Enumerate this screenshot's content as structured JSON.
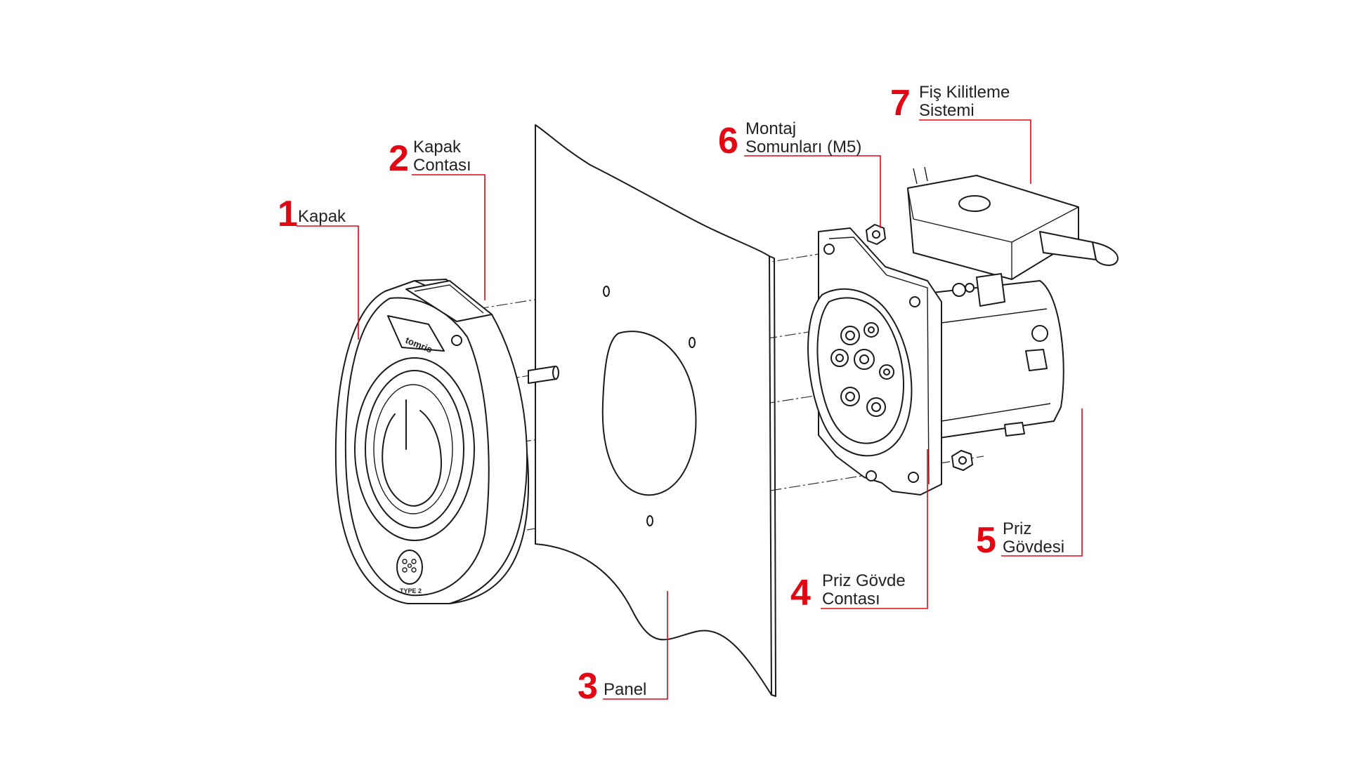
{
  "diagram": {
    "accent_color": "#e30613",
    "line_color": "#1a1a1a",
    "labels": [
      {
        "number": "1",
        "lines": [
          "Kapak"
        ]
      },
      {
        "number": "2",
        "lines": [
          "Kapak",
          "Contası"
        ]
      },
      {
        "number": "3",
        "lines": [
          "Panel"
        ]
      },
      {
        "number": "4",
        "lines": [
          "Priz Gövde",
          "Contası"
        ]
      },
      {
        "number": "5",
        "lines": [
          "Priz",
          "Gövdesi"
        ]
      },
      {
        "number": "6",
        "lines": [
          "Montaj",
          "Somunları (M5)"
        ]
      },
      {
        "number": "7",
        "lines": [
          "Fiş Kilitleme",
          "Sistemi"
        ]
      }
    ],
    "cover_logo_text": "tomris",
    "cover_type_text": "TYPE 2",
    "icons": [
      "power-icon",
      "type2-pin-icon"
    ]
  }
}
